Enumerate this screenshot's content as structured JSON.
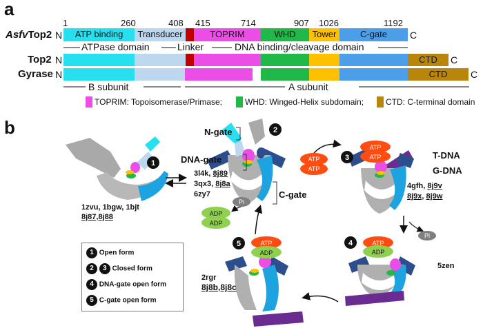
{
  "panel_a": {
    "letter": "a",
    "numbers": [
      "1",
      "260",
      "408",
      "415",
      "714",
      "907",
      "1026",
      "1192"
    ],
    "rows": {
      "asfv": {
        "label_italic": "Asfv",
        "label_rest": "Top2",
        "n": "N",
        "c": "C"
      },
      "top2": {
        "label": "Top2",
        "n": "N",
        "c": "C"
      },
      "gyrase": {
        "label": "Gyrase",
        "n": "N",
        "c": "C"
      }
    },
    "segments": {
      "atp": "ATP binding",
      "transducer": "Transducer",
      "toprim": "TOPRIM",
      "whd": "WHD",
      "tower": "Tower",
      "cgate": "C-gate",
      "ctd": "CTD"
    },
    "domain_labels": {
      "atpase": "ATPase domain",
      "linker": "Linker",
      "dna_binding": "DNA binding/cleavage  domain"
    },
    "subunits": {
      "b": "B subunit",
      "a": "A subunit"
    },
    "legend": {
      "toprim": "TOPRIM: Topoisomerase/Primase;",
      "whd": "WHD: Winged-Helix subdomain;",
      "ctd": "CTD: C-terminal domain"
    },
    "colors": {
      "atp": "#27e0ef",
      "transducer": "#bdd7ee",
      "linker": "#c00000",
      "toprim": "#ea4ee6",
      "whd": "#21b84a",
      "tower": "#ffc000",
      "cgate": "#4a9fe8",
      "ctd": "#b8860b"
    }
  },
  "panel_b": {
    "letter": "b",
    "labels": {
      "ngate": "N-gate",
      "dnagate": "DNA-gate",
      "cgate": "C-gate",
      "tdna": "T-DNA",
      "gdna": "G-DNA"
    },
    "pdb": {
      "s1_line1": "1zvu,  1bgw,  1bjt",
      "s1_line2": "8j87,8j88",
      "s2_line1a": "3l4k,",
      "s2_line1b": "8j89",
      "s2_line2a": "3qx3,",
      "s2_line2b": "8j8a",
      "s2_line3": "6zy7",
      "s3_line1a": "4gfh,",
      "s3_line1b": "8j9v",
      "s3_line2a": "8j9x,",
      "s3_line2b": "8j9w",
      "s4": "5zen",
      "s5_line1": "2rgr",
      "s5_line2": "8j8b,8j8c"
    },
    "molecules": {
      "atp": "ATP",
      "adp": "ADP",
      "pi": "Pi"
    },
    "state_numbers": [
      "1",
      "2",
      "3",
      "4",
      "5"
    ],
    "legend": [
      {
        "nums": [
          "1"
        ],
        "text": "Open form"
      },
      {
        "nums": [
          "2",
          "3"
        ],
        "text": "Closed form"
      },
      {
        "nums": [
          "4"
        ],
        "text": "DNA-gate open form"
      },
      {
        "nums": [
          "5"
        ],
        "text": "C-gate open form"
      }
    ]
  }
}
